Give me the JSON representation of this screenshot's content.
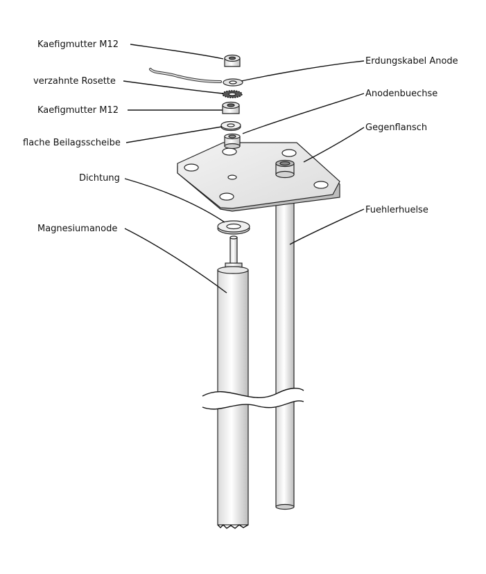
{
  "labels": {
    "nut_top": "Kaefigmutter M12",
    "rosette": "verzahnte Rosette",
    "nut_mid": "Kaefigmutter M12",
    "washer": "flache Beilagsscheibe",
    "gasket": "Dichtung",
    "anode": "Magnesiumanode",
    "ground_cable": "Erdungskabel Anode",
    "anode_socket": "Anodenbuechse",
    "counter_flange": "Gegenflansch",
    "sensor_sleeve": "Fuehlerhuelse"
  }
}
